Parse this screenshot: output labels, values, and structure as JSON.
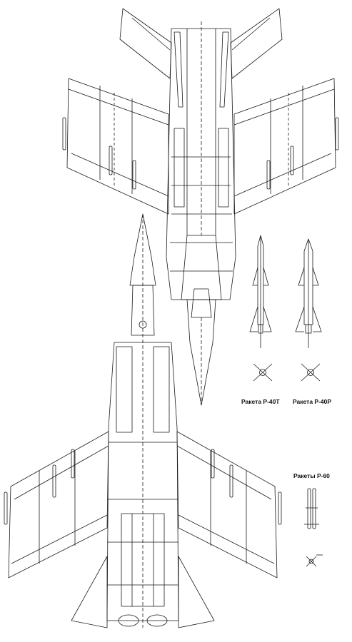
{
  "labels": {
    "missile_p40t": "Ракета Р-40Т",
    "missile_p40r": "Ракета Р-40Р",
    "missiles_p60": "Ракеты Р-60"
  },
  "colors": {
    "ink": "#1a1a1a",
    "paper": "#ffffff"
  }
}
